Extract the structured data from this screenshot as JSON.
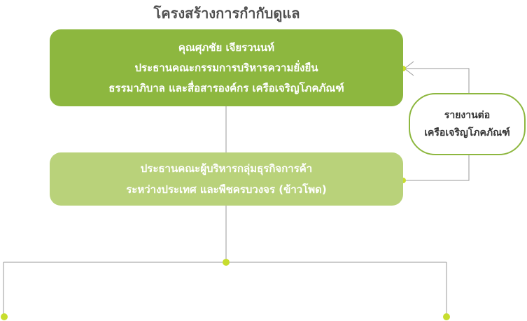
{
  "title": "โครงสร้างการกำกับดูแล",
  "top_box": {
    "lines": [
      "คุณศุภชัย เจียรวนนท์",
      "ประธานคณะกรรมการบริหารความยั่งยืน",
      "ธรรมาภิบาล และสื่อสารองค์กร เครือเจริญโภคภัณฑ์"
    ],
    "color": "#8db73f"
  },
  "middle_box": {
    "lines": [
      "ประธานคณะผู้บริหารกลุ่มธุรกิจการค้า",
      "ระหว่างประเทศ และพืชครบวงจร (ข้าวโพด)"
    ],
    "color": "#b9d27a"
  },
  "report_box": {
    "lines": [
      "รายงานต่อ",
      "เครือเจริญโภคภัณฑ์"
    ],
    "border_color": "#8db73f"
  },
  "connector_color": "#9a9a9a",
  "dot_color": "#c7dd2e"
}
